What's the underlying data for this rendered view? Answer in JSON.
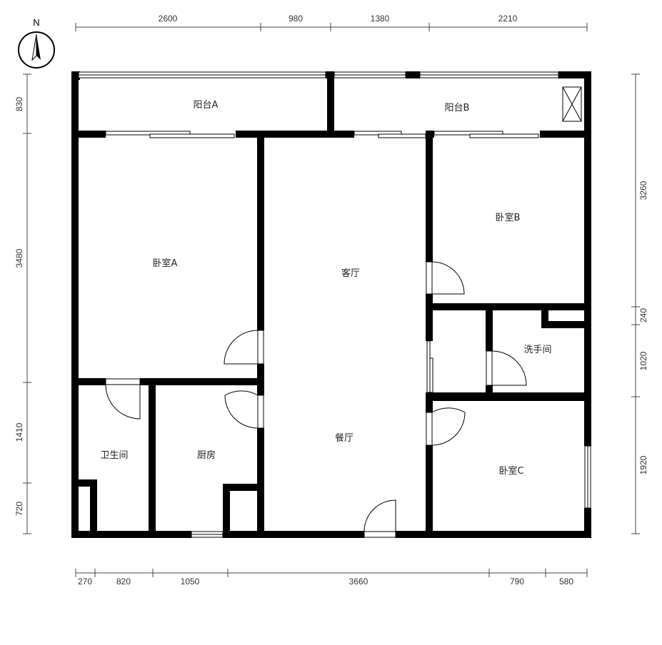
{
  "compass": {
    "north_label": "N",
    "icon": "north-arrow-icon"
  },
  "dimensions": {
    "top": [
      "2600",
      "980",
      "1380",
      "2210"
    ],
    "bottom": [
      "270",
      "820",
      "1050",
      "3660",
      "790",
      "580"
    ],
    "left": [
      "830",
      "3480",
      "1410",
      "720"
    ],
    "right": [
      "3260",
      "240",
      "1020",
      "1920"
    ]
  },
  "rooms": {
    "balcony_a": "阳台A",
    "balcony_b": "阳台B",
    "bedroom_a": "卧室A",
    "living_room": "客厅",
    "bedroom_b": "卧室B",
    "washroom": "洗手间",
    "bathroom": "卫生间",
    "kitchen": "厨房",
    "dining_room": "餐厅",
    "bedroom_c": "卧室C"
  }
}
